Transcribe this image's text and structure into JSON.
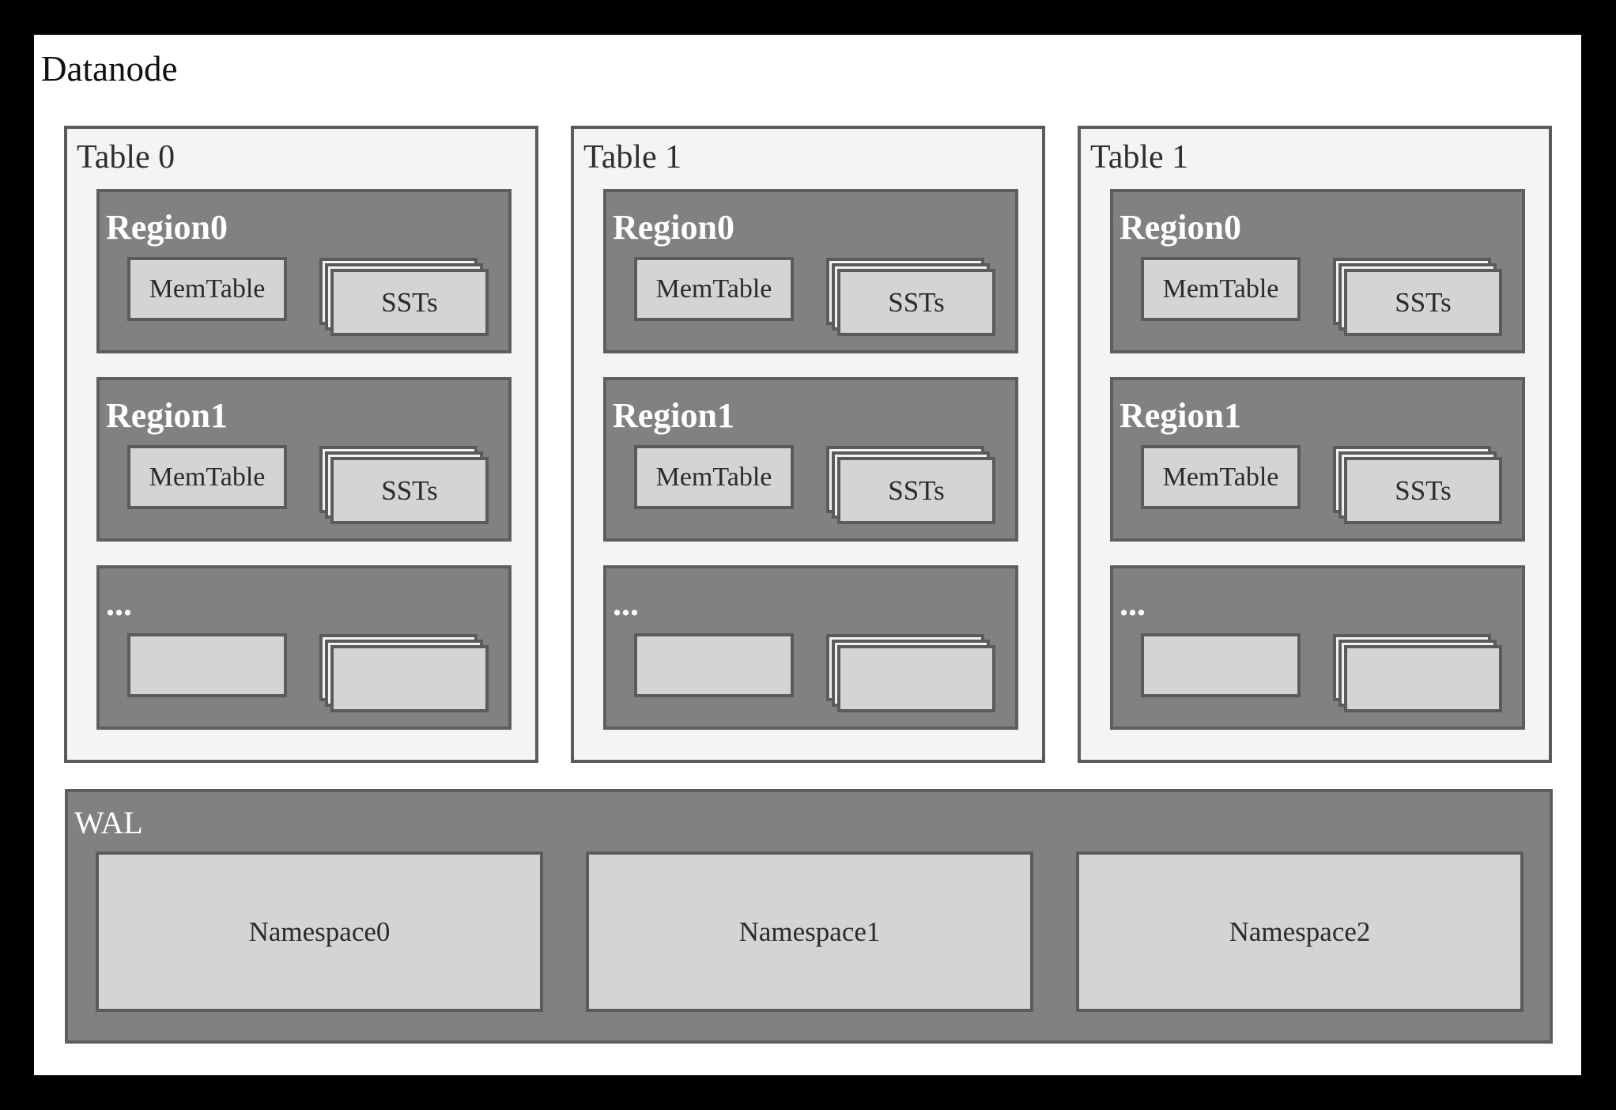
{
  "title": "Datanode",
  "tables": [
    {
      "label": "Table 0",
      "regions": [
        {
          "label": "Region0",
          "memtable": "MemTable",
          "ssts": "SSTs"
        },
        {
          "label": "Region1",
          "memtable": "MemTable",
          "ssts": "SSTs"
        },
        {
          "label": "...",
          "memtable": "",
          "ssts": ""
        }
      ]
    },
    {
      "label": "Table 1",
      "regions": [
        {
          "label": "Region0",
          "memtable": "MemTable",
          "ssts": "SSTs"
        },
        {
          "label": "Region1",
          "memtable": "MemTable",
          "ssts": "SSTs"
        },
        {
          "label": "...",
          "memtable": "",
          "ssts": ""
        }
      ]
    },
    {
      "label": "Table 1",
      "regions": [
        {
          "label": "Region0",
          "memtable": "MemTable",
          "ssts": "SSTs"
        },
        {
          "label": "Region1",
          "memtable": "MemTable",
          "ssts": "SSTs"
        },
        {
          "label": "...",
          "memtable": "",
          "ssts": ""
        }
      ]
    }
  ],
  "wal": {
    "label": "WAL",
    "namespaces": [
      "Namespace0",
      "Namespace1",
      "Namespace2"
    ]
  },
  "colors": {
    "frame": "#000000",
    "page": "#ffffff",
    "table_bg": "#f4f4f4",
    "border_dark": "#5b5b5b",
    "region_bg": "#818181",
    "box_fill": "#d4d4d4",
    "stack_back_fill": "#f2f2f2",
    "region_label_text": "#ffffff",
    "dark_text": "#2b2b2b"
  }
}
